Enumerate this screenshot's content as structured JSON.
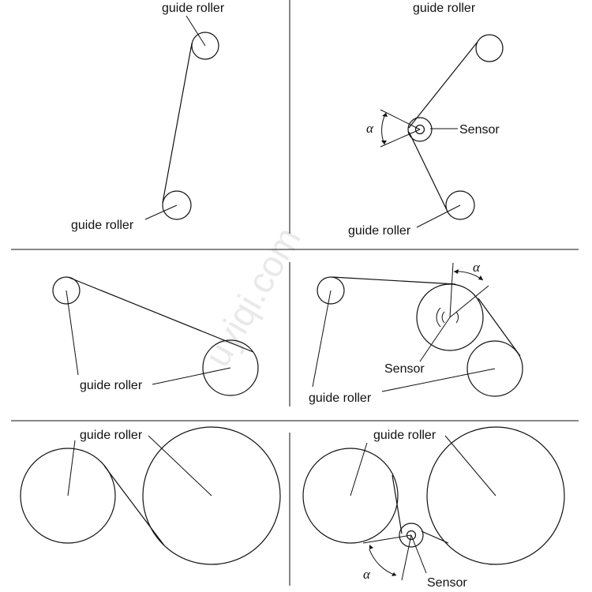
{
  "labels": {
    "guide_roller": "guide roller",
    "sensor": "Sensor",
    "angle": "α"
  },
  "watermark": "uyiqi.com"
}
